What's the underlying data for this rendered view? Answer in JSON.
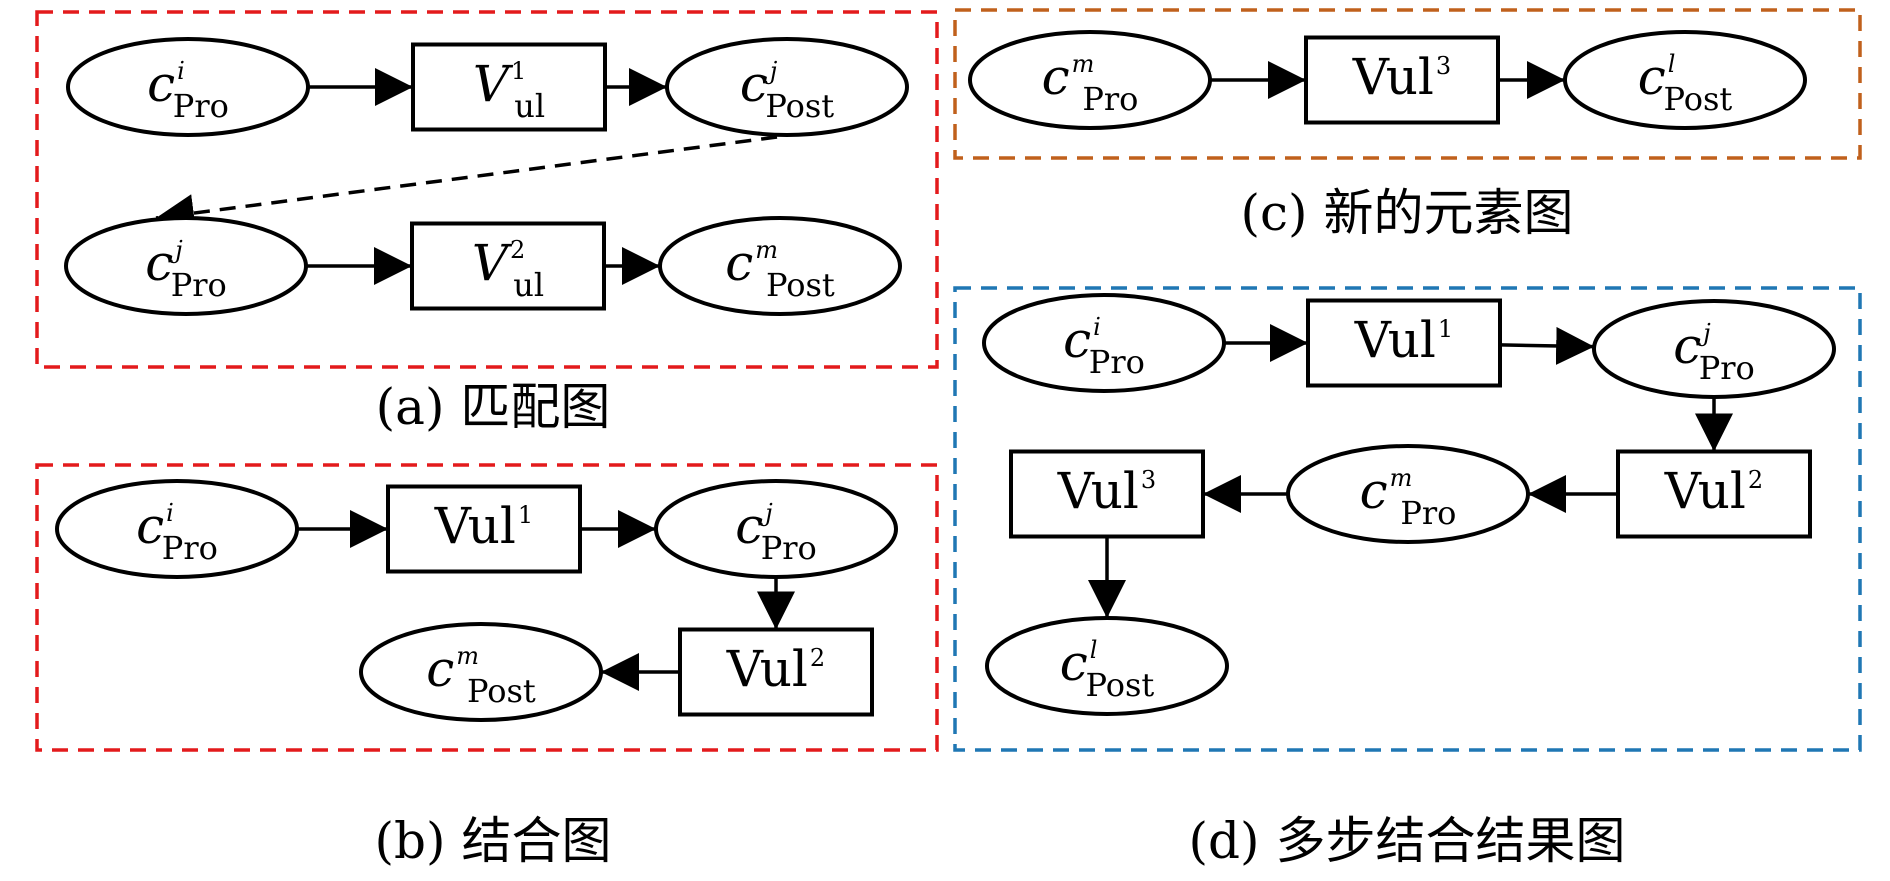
{
  "colors": {
    "panel_red": "#e31a1c",
    "panel_orange": "#c0601c",
    "panel_blue": "#1f77b4",
    "ink": "#000000"
  },
  "captions": {
    "a": "(a) 匹配图",
    "b": "(b) 结合图",
    "c": "(c) 新的元素图",
    "d": "(d) 多步结合结果图"
  },
  "panels": [
    {
      "id": "a",
      "color": "panel_red",
      "nodes": [
        {
          "id": "a1",
          "shape": "ellipse",
          "main": "c",
          "italic": true,
          "sup": "i",
          "sub": "Pro"
        },
        {
          "id": "a2",
          "shape": "rect",
          "main": "V",
          "italic": true,
          "sup": "1",
          "sub": "ul"
        },
        {
          "id": "a3",
          "shape": "ellipse",
          "main": "c",
          "italic": true,
          "sup": "j",
          "sub": "Post"
        },
        {
          "id": "a4",
          "shape": "ellipse",
          "main": "c",
          "italic": true,
          "sup": "j",
          "sub": "Pro"
        },
        {
          "id": "a5",
          "shape": "rect",
          "main": "V",
          "italic": true,
          "sup": "2",
          "sub": "ul"
        },
        {
          "id": "a6",
          "shape": "ellipse",
          "main": "c",
          "italic": true,
          "sup": "m",
          "sub": "Post"
        }
      ]
    },
    {
      "id": "b",
      "color": "panel_red",
      "nodes": [
        {
          "id": "b1",
          "shape": "ellipse",
          "main": "c",
          "italic": true,
          "sup": "i",
          "sub": "Pro"
        },
        {
          "id": "b2",
          "shape": "rect",
          "main": "Vul",
          "italic": false,
          "sup": "1",
          "sub": ""
        },
        {
          "id": "b3",
          "shape": "ellipse",
          "main": "c",
          "italic": true,
          "sup": "j",
          "sub": "Pro"
        },
        {
          "id": "b4",
          "shape": "rect",
          "main": "Vul",
          "italic": false,
          "sup": "2",
          "sub": ""
        },
        {
          "id": "b5",
          "shape": "ellipse",
          "main": "c",
          "italic": true,
          "sup": "m",
          "sub": "Post"
        }
      ]
    },
    {
      "id": "c",
      "color": "panel_orange",
      "nodes": [
        {
          "id": "c1",
          "shape": "ellipse",
          "main": "c",
          "italic": true,
          "sup": "m",
          "sub": "Pro"
        },
        {
          "id": "c2",
          "shape": "rect",
          "main": "Vul",
          "italic": false,
          "sup": "3",
          "sub": ""
        },
        {
          "id": "c3",
          "shape": "ellipse",
          "main": "c",
          "italic": true,
          "sup": "l",
          "sub": "Post"
        }
      ]
    },
    {
      "id": "d",
      "color": "panel_blue",
      "nodes": [
        {
          "id": "d1",
          "shape": "ellipse",
          "main": "c",
          "italic": true,
          "sup": "i",
          "sub": "Pro"
        },
        {
          "id": "d2",
          "shape": "rect",
          "main": "Vul",
          "italic": false,
          "sup": "1",
          "sub": ""
        },
        {
          "id": "d3",
          "shape": "ellipse",
          "main": "c",
          "italic": true,
          "sup": "j",
          "sub": "Pro"
        },
        {
          "id": "d4",
          "shape": "rect",
          "main": "Vul",
          "italic": false,
          "sup": "2",
          "sub": ""
        },
        {
          "id": "d5",
          "shape": "ellipse",
          "main": "c",
          "italic": true,
          "sup": "m",
          "sub": "Pro"
        },
        {
          "id": "d6",
          "shape": "rect",
          "main": "Vul",
          "italic": false,
          "sup": "3",
          "sub": ""
        },
        {
          "id": "d7",
          "shape": "ellipse",
          "main": "c",
          "italic": true,
          "sup": "l",
          "sub": "Post"
        }
      ]
    }
  ],
  "edges": [
    {
      "from": "a1",
      "to": "a2",
      "style": "solid"
    },
    {
      "from": "a2",
      "to": "a3",
      "style": "solid"
    },
    {
      "from": "a3",
      "to": "a4",
      "style": "dashed"
    },
    {
      "from": "a4",
      "to": "a5",
      "style": "solid"
    },
    {
      "from": "a5",
      "to": "a6",
      "style": "solid"
    },
    {
      "from": "b1",
      "to": "b2",
      "style": "solid"
    },
    {
      "from": "b2",
      "to": "b3",
      "style": "solid"
    },
    {
      "from": "b3",
      "to": "b4",
      "style": "solid"
    },
    {
      "from": "b4",
      "to": "b5",
      "style": "solid"
    },
    {
      "from": "c1",
      "to": "c2",
      "style": "solid"
    },
    {
      "from": "c2",
      "to": "c3",
      "style": "solid"
    },
    {
      "from": "d1",
      "to": "d2",
      "style": "solid"
    },
    {
      "from": "d2",
      "to": "d3",
      "style": "solid"
    },
    {
      "from": "d3",
      "to": "d4",
      "style": "solid"
    },
    {
      "from": "d4",
      "to": "d5",
      "style": "solid"
    },
    {
      "from": "d5",
      "to": "d6",
      "style": "solid"
    },
    {
      "from": "d6",
      "to": "d7",
      "style": "solid"
    }
  ]
}
